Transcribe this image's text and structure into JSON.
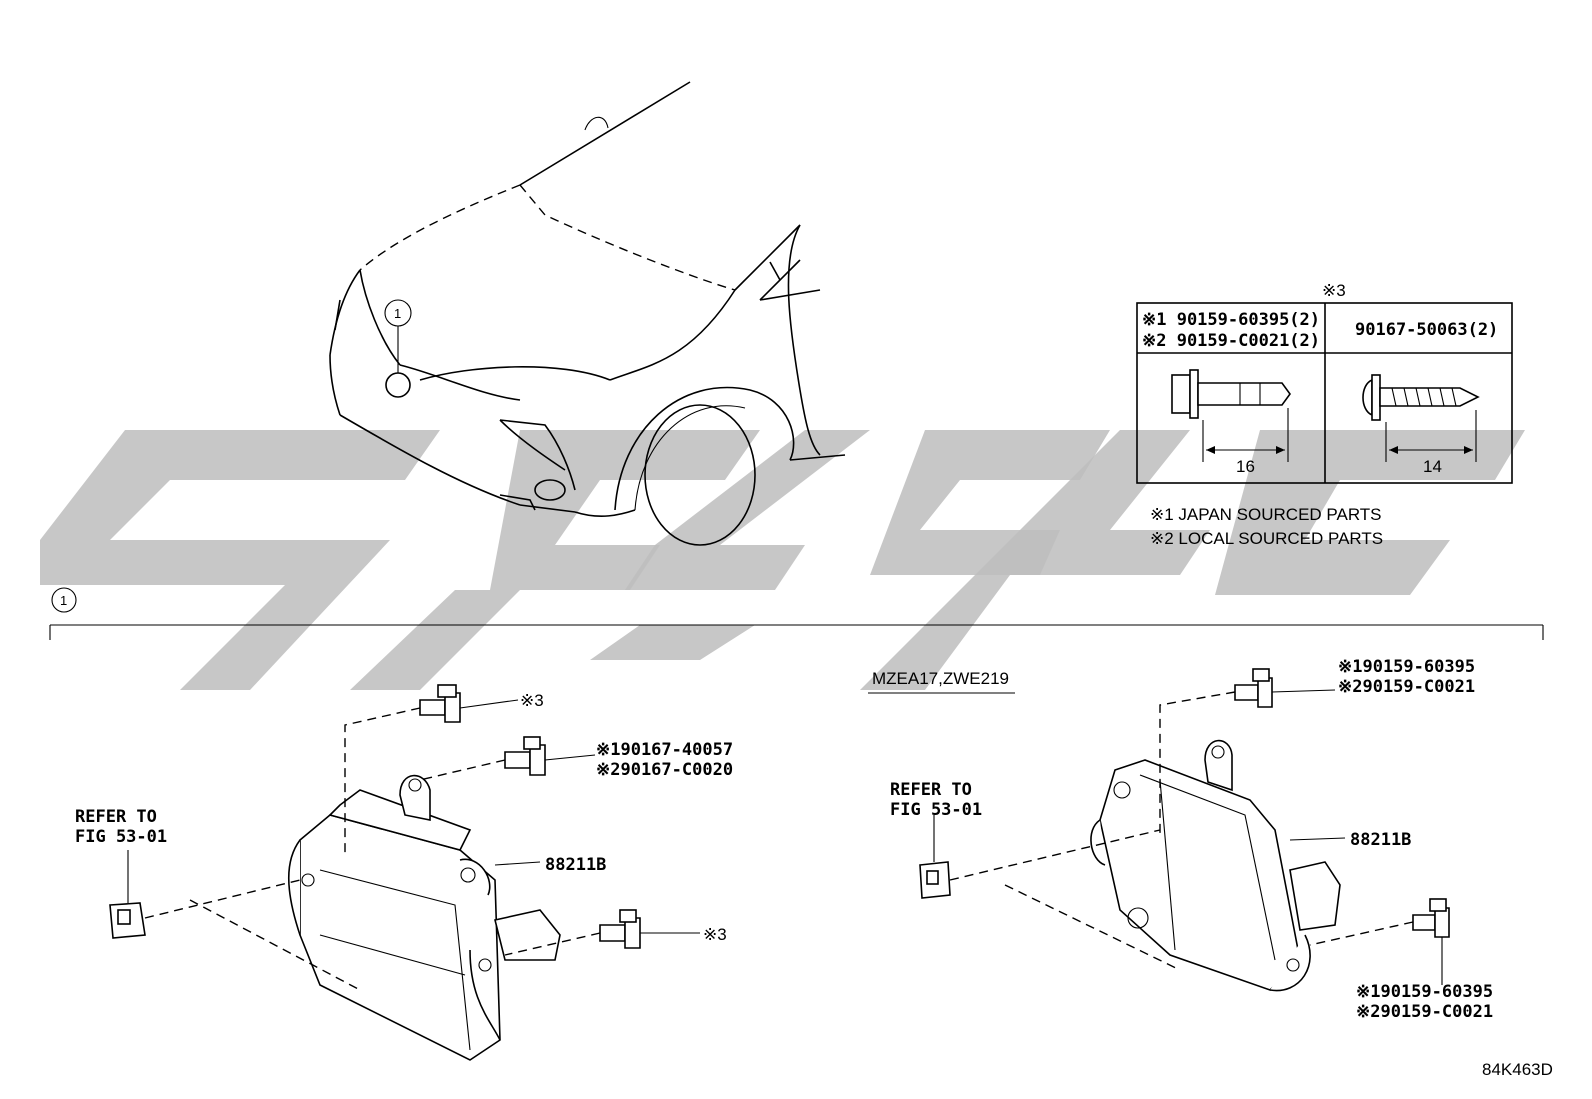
{
  "diagram_id": "84K463D",
  "callout_top": "1",
  "callout_section": "1",
  "bolt_table": {
    "header_mark": "※3",
    "left_lines": [
      "※1 90159-60395(2)",
      "※2 90159-C0021(2)"
    ],
    "right_line": "90167-50063(2)",
    "left_dim": "16",
    "right_dim": "14"
  },
  "notes": [
    "※1 JAPAN SOURCED PARTS",
    "※2 LOCAL SOURCED PARTS"
  ],
  "left_assembly": {
    "refer_line1": "REFER TO",
    "refer_line2": "FIG 53-01",
    "part_label": "88211B",
    "bolt_top_mark": "※3",
    "bolt_mid_line1": "※190167-40057",
    "bolt_mid_line2": "※290167-C0020",
    "bolt_bottom_mark": "※3"
  },
  "right_assembly": {
    "model_label": "MZEA17,ZWE219",
    "refer_line1": "REFER TO",
    "refer_line2": "FIG 53-01",
    "part_label": "88211B",
    "bolt_top_line1": "※190159-60395",
    "bolt_top_line2": "※290159-C0021",
    "bolt_bottom_line1": "※190159-60395",
    "bolt_bottom_line2": "※290159-C0021"
  },
  "watermark_color": "#bdbdbd"
}
